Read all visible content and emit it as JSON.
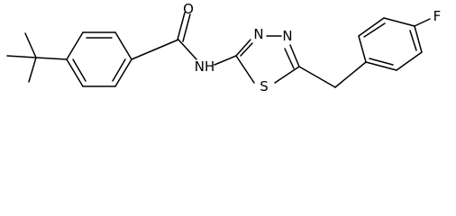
{
  "atoms": {
    "oxygen": "O",
    "amide_nh": "NH",
    "thiadiazole_n3": "N",
    "thiadiazole_n4": "N",
    "thiadiazole_s": "S",
    "fluorine": "F"
  },
  "colors": {
    "bond": "#000000",
    "label": "#000000",
    "background": "#ffffff"
  }
}
